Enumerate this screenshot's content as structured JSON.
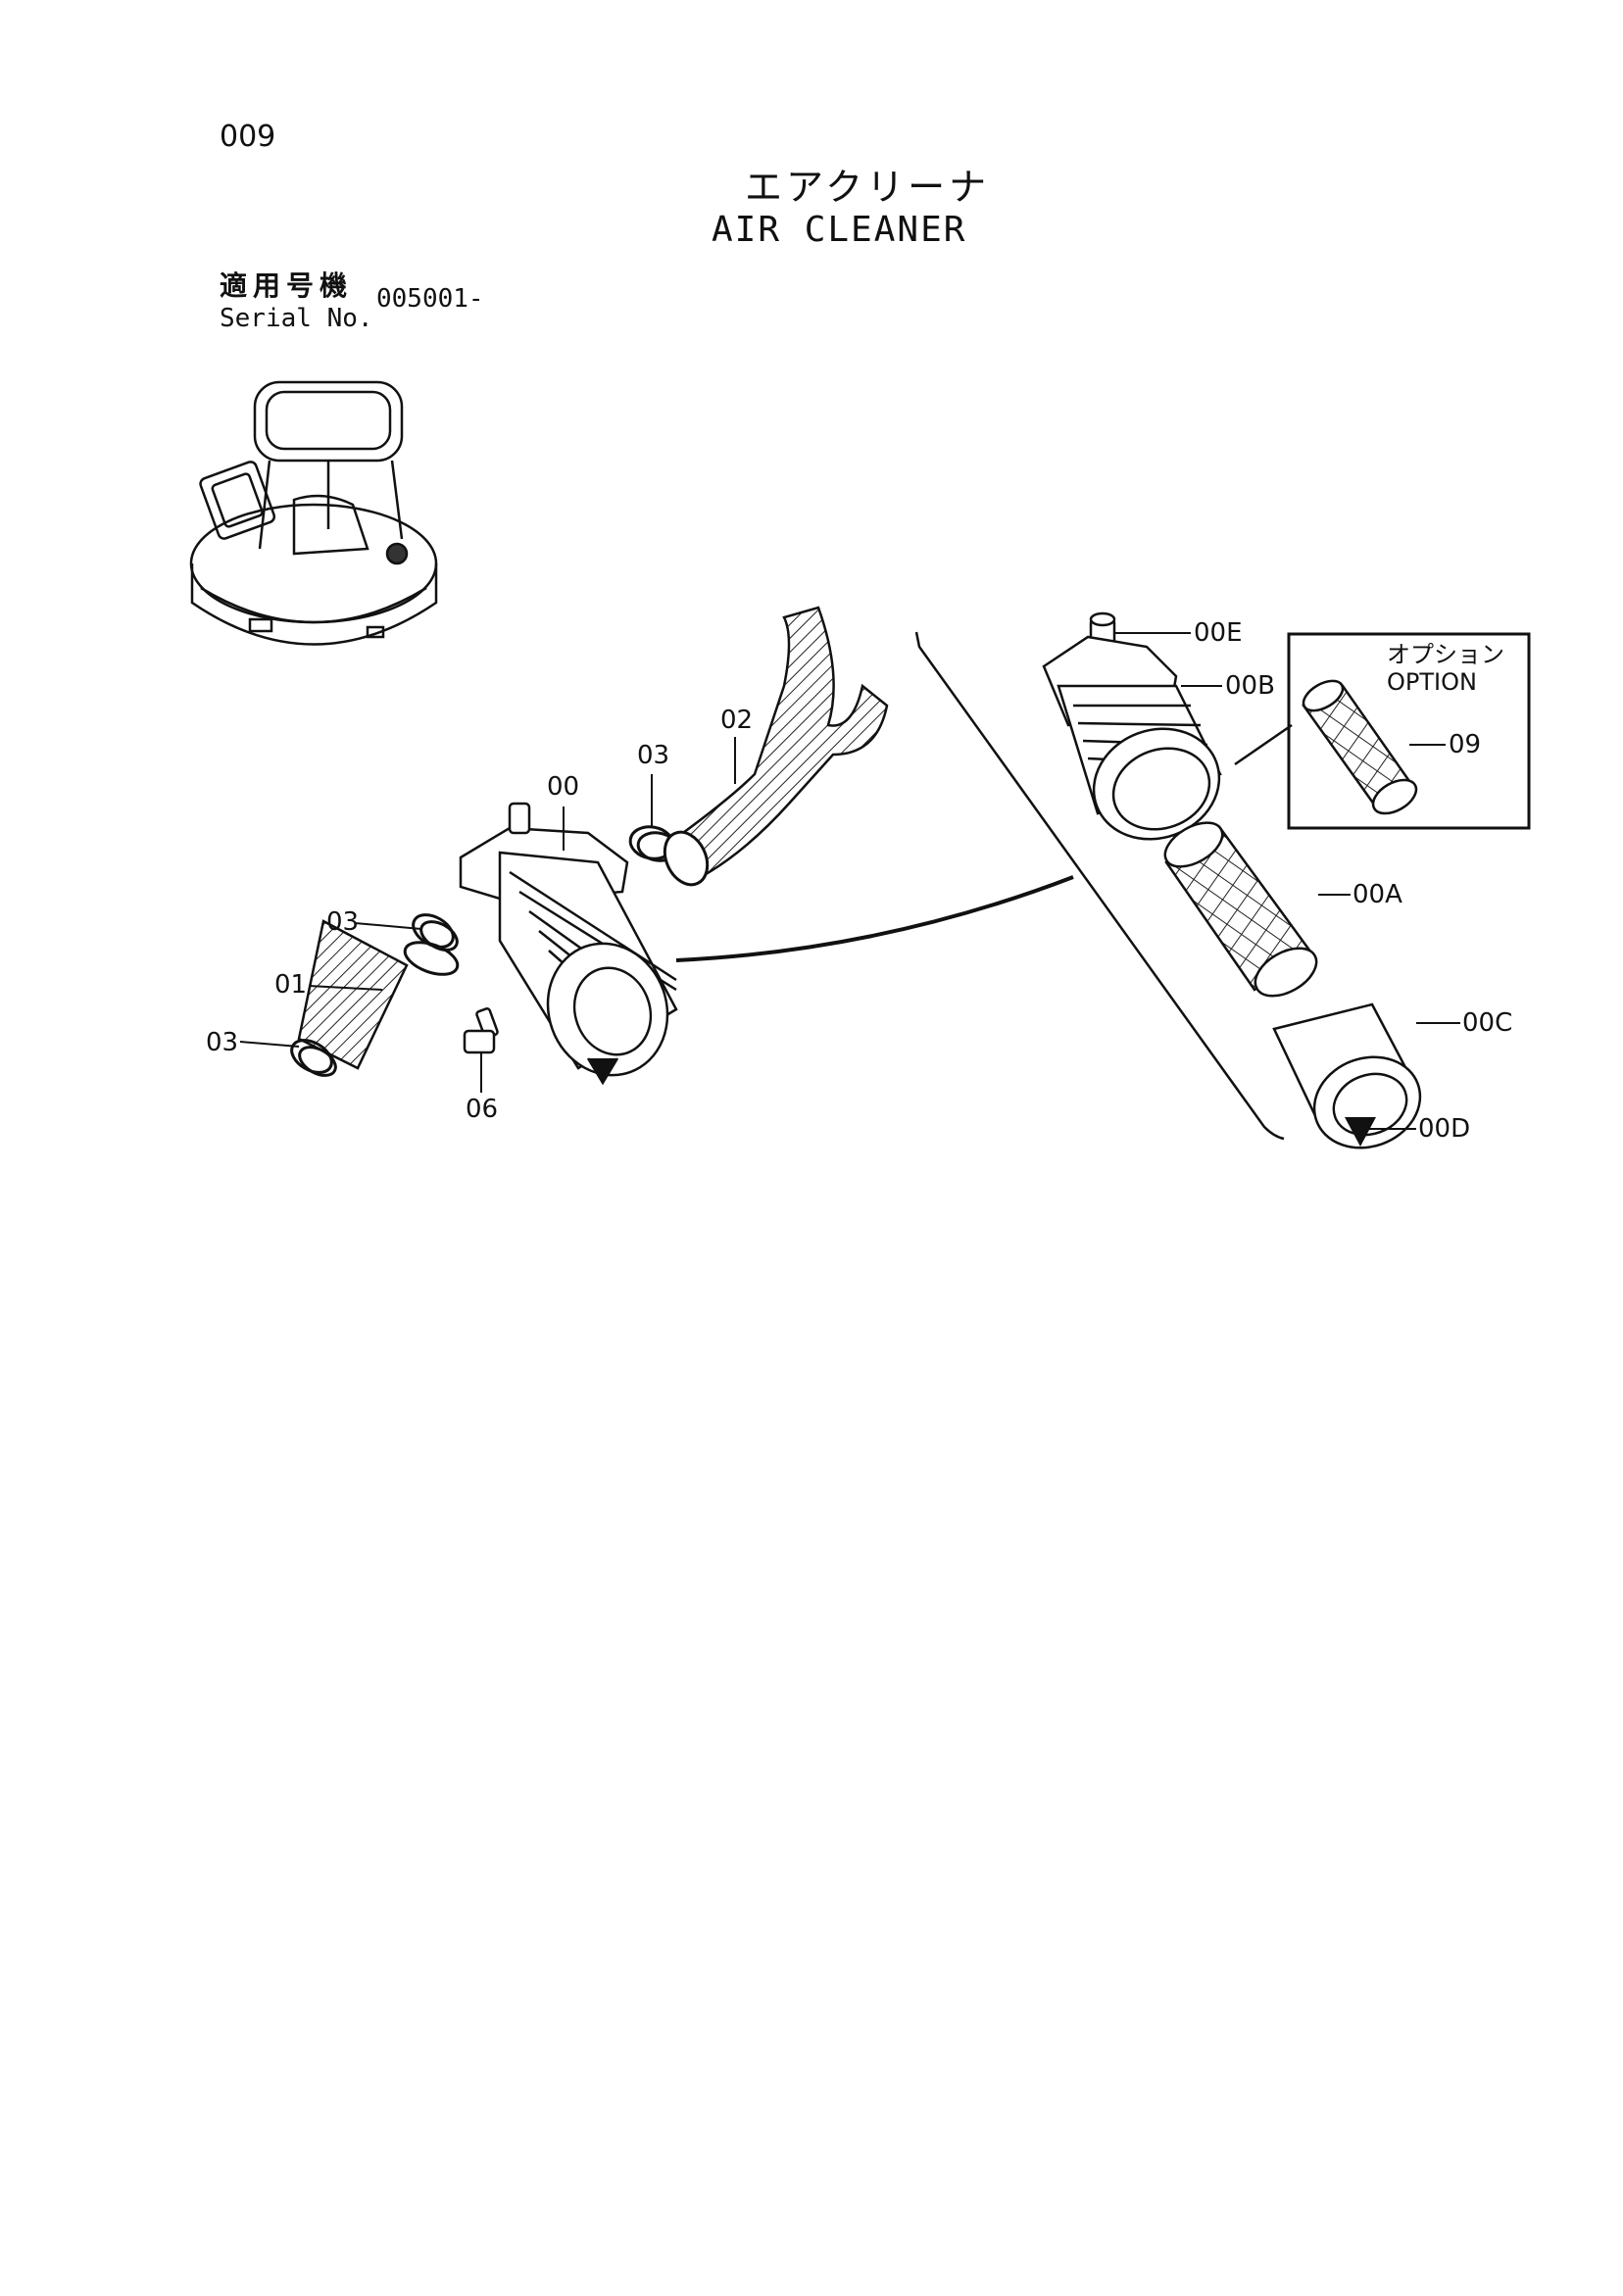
{
  "page": {
    "number": "009"
  },
  "title": {
    "jp": "エアクリーナ",
    "en": "AIR CLEANER"
  },
  "serial": {
    "jp_label": "適用号機",
    "en_label": "Serial No.",
    "value": "005001-"
  },
  "option_box": {
    "jp": "オプション",
    "en": "OPTION"
  },
  "callouts": {
    "c00": "00",
    "c01": "01",
    "c02": "02",
    "c03a": "03",
    "c03b": "03",
    "c03c": "03",
    "c06": "06",
    "c09": "09",
    "c00A": "00A",
    "c00B": "00B",
    "c00C": "00C",
    "c00D": "00D",
    "c00E": "00E"
  }
}
